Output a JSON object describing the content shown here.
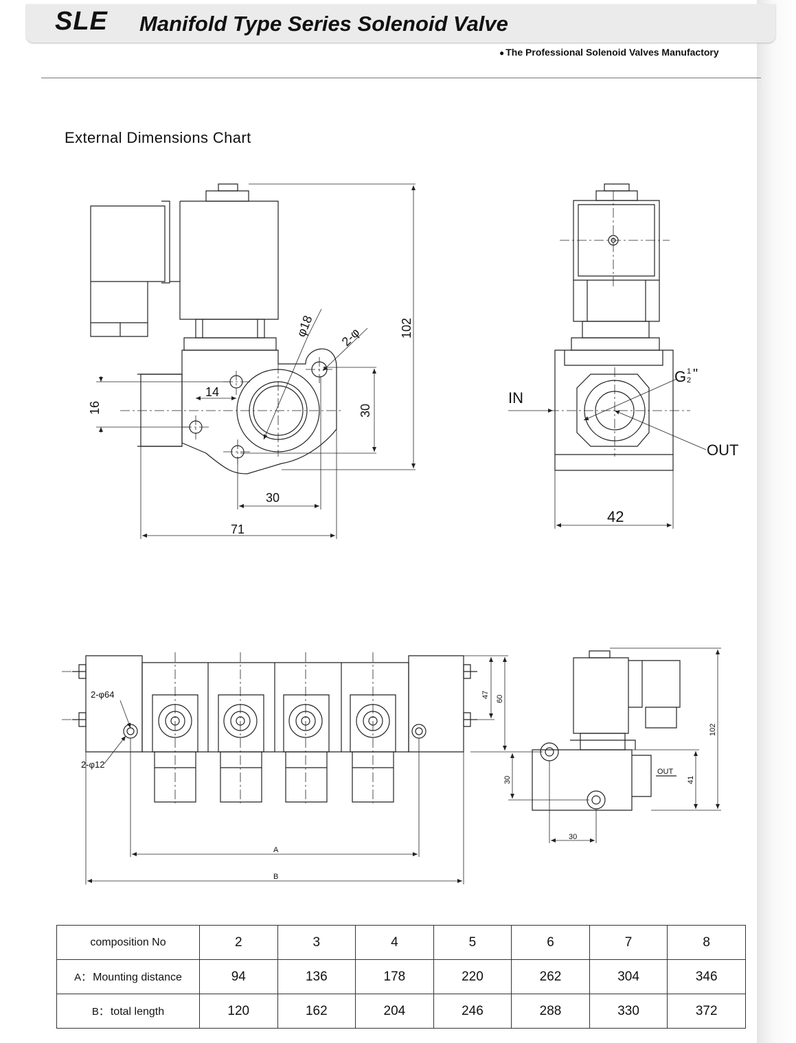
{
  "header": {
    "brand": "SLE",
    "title": "Manifold Type Series Solenoid Valve",
    "tagline": "The Professional Solenoid Valves Manufactory"
  },
  "section": {
    "title": "External Dimensions Chart"
  },
  "drawing_labels": {
    "front": {
      "phi": "φ18",
      "holes": "2-φ",
      "dim_16": "16",
      "dim_14": "14",
      "dim_30v": "30",
      "dim_102": "102",
      "dim_30h": "30",
      "dim_71": "71"
    },
    "side": {
      "thread": "G",
      "frac_num": "1",
      "frac_den": "2",
      "inch": "\"",
      "inlet": "IN",
      "outlet": "OUT",
      "dim_42": "42"
    },
    "manifold": {
      "bore": "2-φ64",
      "holes": "2-φ12",
      "dim_47": "47",
      "dim_60": "60",
      "A": "A",
      "B": "B"
    },
    "manifold_side": {
      "dim_102": "102",
      "dim_41": "41",
      "dim_30v": "30",
      "dim_30h": "30",
      "outlet": "OUT"
    }
  },
  "table": {
    "header_label": "composition No",
    "header_values": [
      "2",
      "3",
      "4",
      "5",
      "6",
      "7",
      "8"
    ],
    "rows": [
      {
        "prefix": "A：",
        "label": "Mounting distance",
        "values": [
          "94",
          "136",
          "178",
          "220",
          "262",
          "304",
          "346"
        ]
      },
      {
        "prefix": "B：",
        "label": "total length",
        "values": [
          "120",
          "162",
          "204",
          "246",
          "288",
          "330",
          "372"
        ]
      }
    ]
  }
}
